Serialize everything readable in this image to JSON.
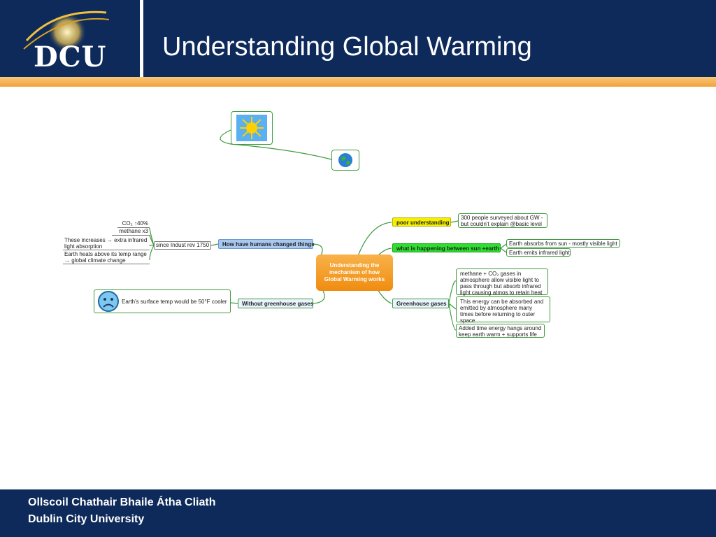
{
  "header": {
    "logo": "DCU",
    "title": "Understanding Global Warming"
  },
  "footer": {
    "line1": "Ollscoil Chathair Bhaile Átha Cliath",
    "line2": "Dublin City University"
  },
  "colors": {
    "header_bg": "#0d2a5a",
    "accent": "#f2a03c",
    "branch_blue": "#a8c8f0",
    "branch_yellow": "#f4f000",
    "branch_green": "#2ee02e",
    "node_border": "#3e9a3e",
    "center": "#f08c10"
  },
  "icons": {
    "sun": "sun-icon",
    "earth": "earth-globe-icon",
    "sad_face": "sad-face-icon"
  },
  "mindmap": {
    "center": "Understanding the mechanism of how Global Warming works",
    "left": {
      "humans": {
        "label": "How have humans changed things",
        "sub": "since Indust rev 1750",
        "leaves": [
          "CO₂ ↑40%",
          "methane x3",
          "These increases → extra infrared light absorption",
          "Earth heats above its temp range → global climate change"
        ]
      },
      "without_gh": {
        "label": "Without greenhouse gases",
        "leaf": "Earth's surface temp would be 50°F cooler"
      }
    },
    "right": {
      "poor": {
        "label": "poor understanding",
        "leaf": "300 people surveyed about GW - but couldn't explain @basic level"
      },
      "sun_earth": {
        "label": "what is happening between sun +earth",
        "leaves": [
          "Earth absorbs  from sun - mostly visible light",
          "Earth emits infrared light"
        ]
      },
      "greenhouse": {
        "label": "Greenhouse gases",
        "leaves": [
          "methane + CO₂  gases  in atmosphere allow visible light to pass through but absorb infrared light causing atmos to retain heat",
          "This energy can be absorbed and emitted by atmosphere many times before returning to outer space",
          "Added time energy hangs around keep earth warm + supports life"
        ]
      }
    }
  }
}
